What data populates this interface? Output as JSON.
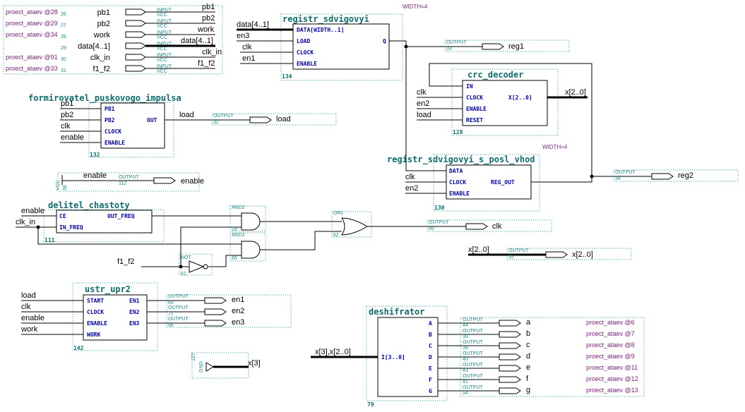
{
  "inputs": [
    {
      "pin": "proect_ataev @28",
      "num": "26",
      "name": "pb1",
      "type": "INPUT",
      "vcc": "VCC"
    },
    {
      "pin": "proect_ataev @29",
      "num": "27",
      "name": "pb2",
      "type": "INPUT",
      "vcc": "VCC"
    },
    {
      "pin": "proect_ataev @34",
      "num": "28",
      "name": "work",
      "type": "INPUT",
      "vcc": "VCC"
    },
    {
      "pin": "",
      "num": "29",
      "name": "data[4..1]",
      "type": "INPUT",
      "vcc": "VCC"
    },
    {
      "pin": "proect_ataev @91",
      "num": "30",
      "name": "clk_in",
      "type": "INPUT",
      "vcc": "VCC"
    },
    {
      "pin": "proect_ataev @33",
      "num": "31",
      "name": "f1_f2",
      "type": "INPUT",
      "vcc": "VCC"
    }
  ],
  "blocks": {
    "registr_sdvigovyi": {
      "title": "registr_sdvigovyi",
      "num": "134",
      "param": "WIDTH=4",
      "ports_in": [
        "DATA[WIDTH..1]",
        "LOAD",
        "CLOCK",
        "ENABLE"
      ],
      "port_out": "Q",
      "nets_in": [
        "data[4..1]",
        "en3",
        "clk",
        "en1"
      ]
    },
    "formirovatel": {
      "title": "formirovatel_puskovogo_impulsa",
      "num": "132",
      "ports_in": [
        "PB1",
        "PB2",
        "CLOCK",
        "ENABLE"
      ],
      "port_out": "OUT",
      "nets_in": [
        "pb1",
        "pb2",
        "clk",
        "enable"
      ],
      "net_out": "load"
    },
    "crc_decoder": {
      "title": "crc_decoder",
      "num": "128",
      "ports_in": [
        "IN",
        "CLOCK",
        "ENABLE",
        "RESET"
      ],
      "port_out": "X[2..0]",
      "nets_in": [
        "clk",
        "en2",
        "load"
      ],
      "net_out": "x[2..0]"
    },
    "registr_posl": {
      "title": "registr_sdvigovyi_s_posl_vhod",
      "num": "130",
      "param": "WIDTH=4",
      "ports_in": [
        "DATA",
        "CLOCK",
        "ENABLE"
      ],
      "port_out": "REG_OUT",
      "nets_in": [
        "clk",
        "en2"
      ]
    },
    "delitel": {
      "title": "delitel_chastoty",
      "num": "111",
      "ports_in": [
        "CE",
        "IN_FREQ"
      ],
      "port_out": "OUT_FREQ",
      "nets_in": [
        "enable",
        "clk_in"
      ]
    },
    "ustr_upr2": {
      "title": "ustr_upr2",
      "num": "142",
      "ports_in": [
        "START",
        "CLOCK",
        "ENABLE",
        "WORK"
      ],
      "ports_out": [
        "EN1",
        "EN2",
        "EN3"
      ],
      "nets_in": [
        "load",
        "clk",
        "enable",
        "work"
      ]
    },
    "deshifrator": {
      "title": "deshifrator",
      "num": "79",
      "port_in": "I[3..0]",
      "ports_out": [
        "A",
        "B",
        "C",
        "D",
        "E",
        "F",
        "G"
      ],
      "net_in": "x[3],x[2..0]"
    }
  },
  "gates": {
    "and1": {
      "type": "AND2",
      "num": "59"
    },
    "and2": {
      "type": "AND2",
      "num": "60"
    },
    "or2": {
      "type": "OR2",
      "num": "62"
    },
    "not": {
      "type": "NOT",
      "num": "61",
      "net_in": "f1_f2"
    },
    "gnd": {
      "type": "GND",
      "num": "127",
      "net": "x[3]"
    },
    "vcc_en": {
      "type": "VCC",
      "num": "38",
      "net": "enable"
    }
  },
  "outputs": {
    "reg1": {
      "name": "reg1",
      "num": "33",
      "type": "OUTPUT"
    },
    "load": {
      "name": "load",
      "num": "32",
      "type": "OUTPUT"
    },
    "enable": {
      "name": "enable",
      "num": "112",
      "type": "OUTPUT"
    },
    "reg2": {
      "name": "reg2",
      "num": "34",
      "type": "OUTPUT"
    },
    "clk": {
      "name": "clk",
      "num": "66",
      "type": "OUTPUT"
    },
    "x": {
      "name": "x[2..0]",
      "num": "35",
      "type": "OUTPUT",
      "net": "x[2..0]"
    },
    "en": [
      {
        "name": "en1",
        "num": "69",
        "type": "OUTPUT"
      },
      {
        "name": "en2",
        "num": "71",
        "type": "OUTPUT"
      },
      {
        "name": "en3",
        "num": "96",
        "type": "OUTPUT"
      }
    ],
    "seg": [
      {
        "name": "a",
        "num": "44",
        "type": "OUTPUT",
        "pin": "proect_ataev @6"
      },
      {
        "name": "b",
        "num": "38",
        "type": "OUTPUT",
        "pin": "proect_ataev @7"
      },
      {
        "name": "c",
        "num": "39",
        "type": "OUTPUT",
        "pin": "proect_ataev @8"
      },
      {
        "name": "d",
        "num": "40",
        "type": "OUTPUT",
        "pin": "proect_ataev @9"
      },
      {
        "name": "e",
        "num": "43",
        "type": "OUTPUT",
        "pin": "proect_ataev @11"
      },
      {
        "name": "f",
        "num": "41",
        "type": "OUTPUT",
        "pin": "proect_ataev @12"
      },
      {
        "name": "g",
        "num": "54",
        "type": "OUTPUT",
        "pin": "proect_ataev @13"
      }
    ]
  },
  "nets": {
    "data": "data[4..1]",
    "en3": "en3",
    "clk": "clk",
    "en1": "en1",
    "enable": "enable",
    "clk_in": "clk_in"
  }
}
